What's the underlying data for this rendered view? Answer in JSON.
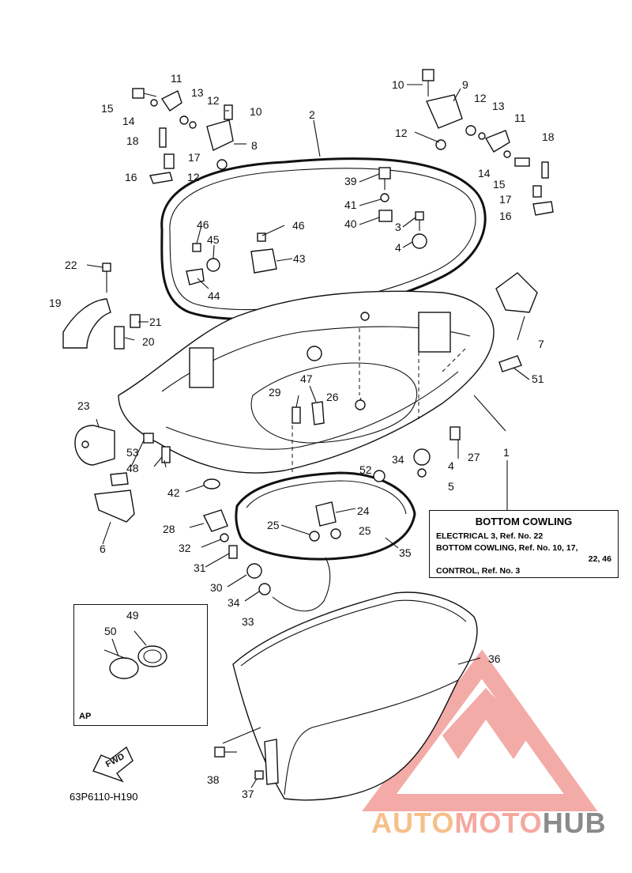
{
  "legend": {
    "title": "BOTTOM COWLING",
    "lines": [
      "ELECTRICAL 3,  Ref. No. 22",
      "BOTTOM COWLING,  Ref. No. 10, 17,",
      "22, 46",
      "CONTROL,  Ref. No. 3"
    ]
  },
  "diagram_code": "63P6110-H190",
  "inset_label": "AP",
  "fwd_label": "FWD",
  "watermark": {
    "part1": "AUTO",
    "part2": "MOTO",
    "part3": "HUB"
  },
  "callouts": [
    {
      "n": "1"
    },
    {
      "n": "2"
    },
    {
      "n": "3"
    },
    {
      "n": "4"
    },
    {
      "n": "4"
    },
    {
      "n": "5"
    },
    {
      "n": "6"
    },
    {
      "n": "7"
    },
    {
      "n": "8"
    },
    {
      "n": "9"
    },
    {
      "n": "10"
    },
    {
      "n": "10"
    },
    {
      "n": "11"
    },
    {
      "n": "11"
    },
    {
      "n": "12"
    },
    {
      "n": "12"
    },
    {
      "n": "12"
    },
    {
      "n": "12"
    },
    {
      "n": "13"
    },
    {
      "n": "13"
    },
    {
      "n": "14"
    },
    {
      "n": "14"
    },
    {
      "n": "15"
    },
    {
      "n": "15"
    },
    {
      "n": "16"
    },
    {
      "n": "16"
    },
    {
      "n": "17"
    },
    {
      "n": "17"
    },
    {
      "n": "18"
    },
    {
      "n": "18"
    },
    {
      "n": "19"
    },
    {
      "n": "20"
    },
    {
      "n": "21"
    },
    {
      "n": "22"
    },
    {
      "n": "23"
    },
    {
      "n": "24"
    },
    {
      "n": "25"
    },
    {
      "n": "25"
    },
    {
      "n": "26"
    },
    {
      "n": "27"
    },
    {
      "n": "28"
    },
    {
      "n": "29"
    },
    {
      "n": "30"
    },
    {
      "n": "31"
    },
    {
      "n": "32"
    },
    {
      "n": "33"
    },
    {
      "n": "34"
    },
    {
      "n": "34"
    },
    {
      "n": "35"
    },
    {
      "n": "36"
    },
    {
      "n": "37"
    },
    {
      "n": "38"
    },
    {
      "n": "39"
    },
    {
      "n": "40"
    },
    {
      "n": "41"
    },
    {
      "n": "42"
    },
    {
      "n": "43"
    },
    {
      "n": "44"
    },
    {
      "n": "45"
    },
    {
      "n": "46"
    },
    {
      "n": "46"
    },
    {
      "n": "47"
    },
    {
      "n": "48"
    },
    {
      "n": "49"
    },
    {
      "n": "50"
    },
    {
      "n": "51"
    },
    {
      "n": "52"
    },
    {
      "n": "53"
    }
  ],
  "colors": {
    "line": "#111111",
    "watermark_triangle": "#f08f8a"
  }
}
